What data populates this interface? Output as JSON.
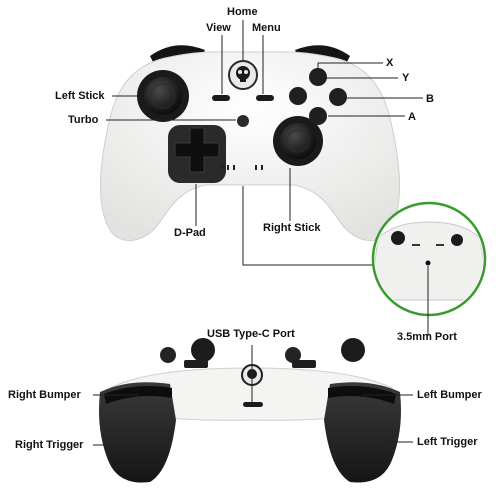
{
  "colors": {
    "accent_green": "#3a9a2e",
    "shell": "#f4f4f2",
    "dark": "#1b1b1b",
    "line": "#222222"
  },
  "top_view_labels": {
    "home": "Home",
    "view": "View",
    "menu": "Menu",
    "x": "X",
    "y": "Y",
    "b": "B",
    "a": "A",
    "left_stick": "Left Stick",
    "turbo": "Turbo",
    "d_pad": "D-Pad",
    "right_stick": "Right Stick",
    "audio_port": "3.5mm Port"
  },
  "bottom_view_labels": {
    "usb_port": "USB Type-C Port",
    "right_bumper": "Right Bumper",
    "left_bumper": "Left Bumper",
    "right_trigger": "Right Trigger",
    "left_trigger": "Left Trigger"
  },
  "icons": [
    "skull-logo-icon"
  ]
}
